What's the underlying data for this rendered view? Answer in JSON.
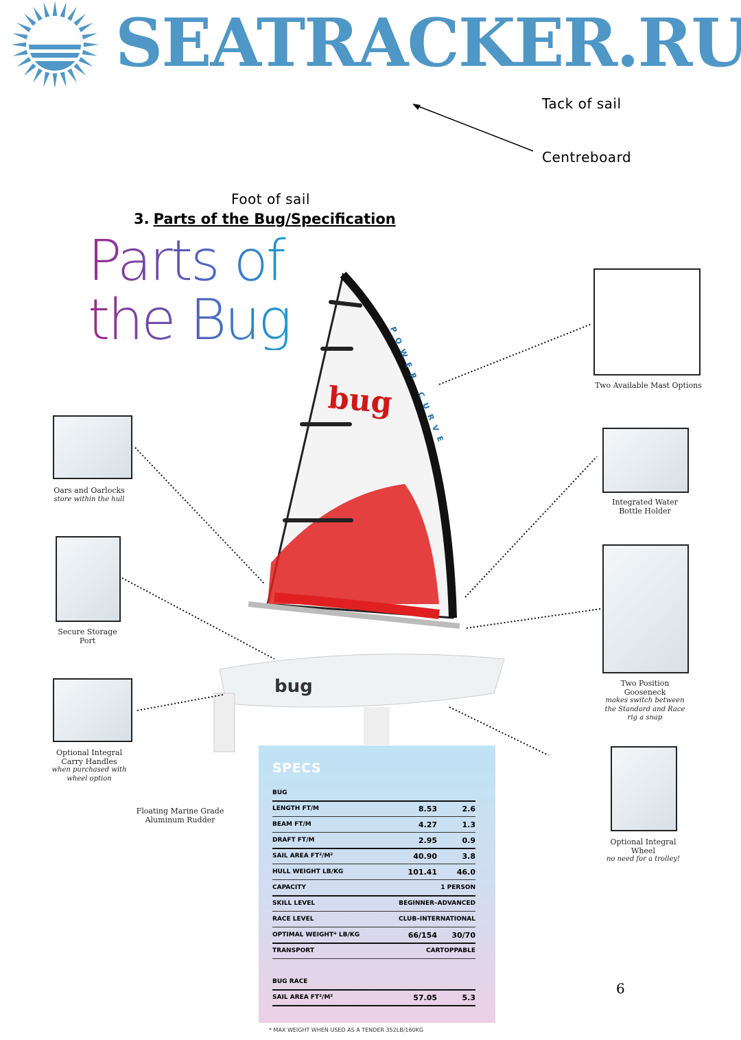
{
  "labels": {
    "tack": "Tack of sail",
    "centreboard": "Centreboard",
    "foot": "Foot of sail"
  },
  "heading": {
    "number": "3.",
    "text": "Parts of the Bug/Specification"
  },
  "big_title": {
    "line1": "Parts of",
    "line2": "the Bug"
  },
  "sail": {
    "logo": "bug",
    "curve_text": "POWER CURVE",
    "hull_logo": "bug"
  },
  "callouts": [
    {
      "title": "Two Available Mast Options",
      "sub": ""
    },
    {
      "title": "Oars and Oarlocks",
      "sub": "store within the hull"
    },
    {
      "title": "Integrated Water Bottle Holder",
      "sub": ""
    },
    {
      "title": "Secure Storage Port",
      "sub": ""
    },
    {
      "title": "Two Position Gooseneck",
      "sub": "makes switch between the Standard and Race rig a snap"
    },
    {
      "title": "Optional Integral Carry Handles",
      "sub": "when purchased with wheel option"
    },
    {
      "title": "Floating Marine Grade Aluminum Rudder",
      "sub": ""
    },
    {
      "title": "Optional Integral Wheel",
      "sub": "no need for a trolley!"
    }
  ],
  "specs": {
    "title": "SPECS",
    "section1": "BUG",
    "rows": [
      {
        "name": "Length ft/m",
        "v1": "8.53",
        "v2": "2.6"
      },
      {
        "name": "Beam ft/m",
        "v1": "4.27",
        "v2": "1.3"
      },
      {
        "name": "Draft ft/m",
        "v1": "2.95",
        "v2": "0.9"
      },
      {
        "name": "Sail area ft²/m²",
        "v1": "40.90",
        "v2": "3.8"
      },
      {
        "name": "Hull weight lb/kg",
        "v1": "101.41",
        "v2": "46.0"
      },
      {
        "name": "Capacity",
        "v1": "",
        "v2": "1 person"
      },
      {
        "name": "Skill level",
        "v1": "",
        "v2": "Beginner–Advanced"
      },
      {
        "name": "Race level",
        "v1": "",
        "v2": "Club–International"
      },
      {
        "name": "Optimal weight* lb/kg",
        "v1": "66/154",
        "v2": "30/70"
      },
      {
        "name": "Transport",
        "v1": "",
        "v2": "Cartoppable"
      }
    ],
    "section2": "BUG RACE",
    "race_rows": [
      {
        "name": "Sail area ft²/m²",
        "v1": "57.05",
        "v2": "5.3"
      }
    ],
    "footnote": "* MAX WEIGHT WHEN USED AS A TENDER 352LB/160KG"
  },
  "page_number": "6",
  "watermark": "SEATRACKER.RU"
}
